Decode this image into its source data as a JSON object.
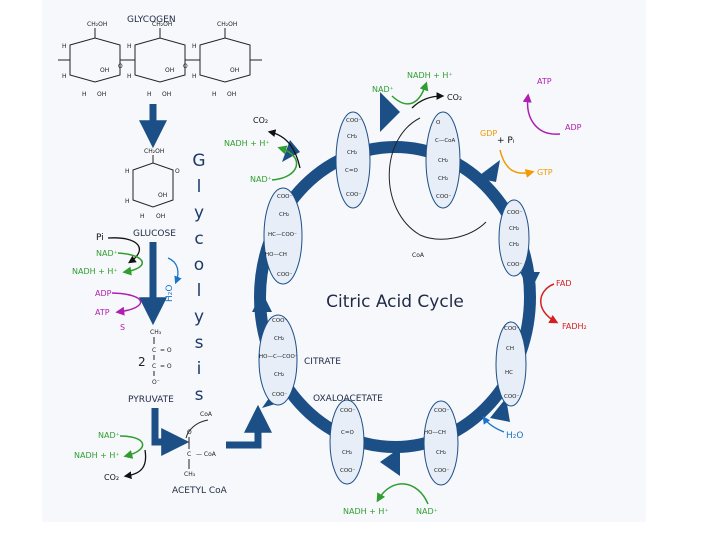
{
  "title": "Citric Acid Cycle",
  "glycolysis_letters": [
    "G",
    "l",
    "y",
    "c",
    "o",
    "l",
    "y",
    "s",
    "i",
    "s"
  ],
  "labels": {
    "glycogen": "GLYCOGEN",
    "glucose": "GLUCOSE",
    "pyruvate": "PYRUVATE",
    "acetyl_coa": "ACETYL CoA",
    "citrate": "CITRATE",
    "oxaloacetate": "OXALOACETATE",
    "coa": "CoA"
  },
  "cofactors": {
    "glycolysis_pi": "Pi",
    "glycolysis_nad": "NAD⁺",
    "glycolysis_nadh": "NADH + H⁺",
    "glycolysis_adp": "ADP",
    "glycolysis_atp": "ATP",
    "glycolysis_s": "S",
    "water_left": "H₂O",
    "pyruvate_count": "2",
    "pdh_nad": "NAD⁺",
    "pdh_nadh": "NADH + H⁺",
    "pdh_co2": "CO₂",
    "top_nad": "NAD⁺",
    "top_nadh": "NADH + H⁺",
    "top_co2": "CO₂",
    "left_co2": "CO₂",
    "left_nadh": "NADH + H⁺",
    "left_nad": "NAD⁺",
    "gdp": "GDP",
    "pi": "+ Pᵢ",
    "gtp": "GTP",
    "atp": "ATP",
    "adp": "ADP",
    "fad": "FAD",
    "fadh2": "FADH₂",
    "water_right": "H₂O",
    "bottom_nadh": "NADH + H⁺",
    "bottom_nad": "NAD⁺"
  },
  "colors": {
    "cycle_arrow": "#1c4f86",
    "nadh_green": "#2f9e2f",
    "adp_purple": "#b01fb0",
    "gtp_orange": "#f29a00",
    "fad_red": "#d42020",
    "water_blue": "#1a74c9"
  }
}
